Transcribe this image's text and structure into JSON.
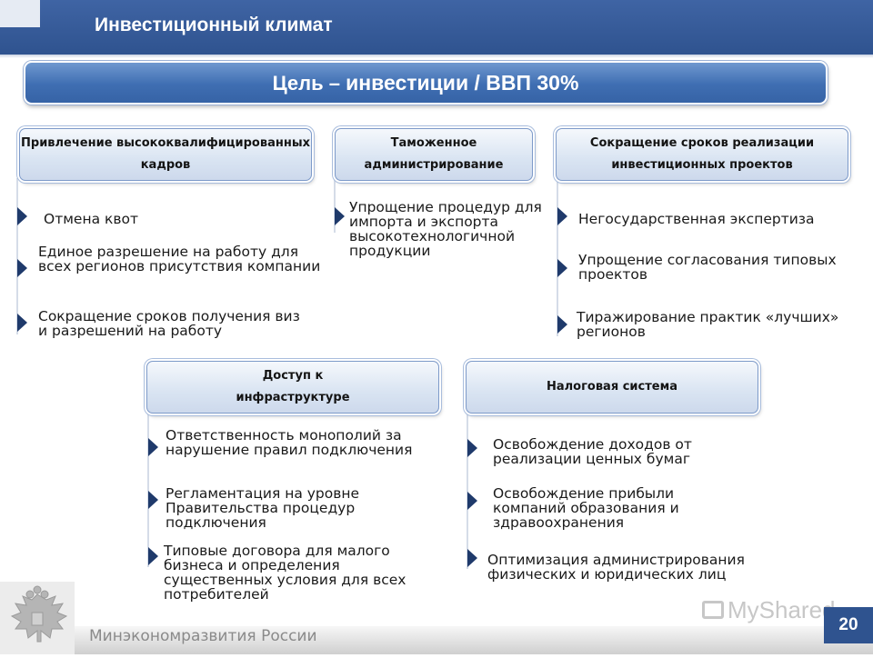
{
  "header": {
    "title": "Инвестиционный климат"
  },
  "goal": {
    "prefix": "Цель – ",
    "text": "инвестиции / ВВП 30%"
  },
  "categories": [
    {
      "title": "Привлечение высококвалифицированных кадров",
      "items": [
        "Отмена квот",
        "Единое разрешение на работу для всех регионов присутствия компании",
        "Сокращение сроков получения виз и разрешений на работу"
      ]
    },
    {
      "title": "Таможенное администрирование",
      "items": [
        "Упрощение процедур для импорта и экспорта высокотехнологичной продукции"
      ]
    },
    {
      "title": "Сокращение сроков реализации инвестиционных проектов",
      "items": [
        "Негосударственная экспертиза",
        "Упрощение согласования типовых проектов",
        "Тиражирование практик «лучших» регионов"
      ]
    },
    {
      "title": "Доступ к инфраструктуре",
      "items": [
        "Ответственность монополий за нарушение правил подключения",
        "Регламентация на уровне Правительства процедур подключения",
        "Типовые договора для малого бизнеса и определения существенных условия для всех потребителей"
      ]
    },
    {
      "title": "Налоговая система",
      "items": [
        "Освобождение доходов от реализации ценных бумаг",
        "Освобождение прибыли компаний образования и здравоохранения",
        "Оптимизация администрирования физических и юридических лиц"
      ]
    }
  ],
  "footer": {
    "ministry": "Минэкономразвития России",
    "page_number": "20",
    "watermark": "MyShared"
  },
  "icons": {
    "emblem": "russian-coat-of-arms-icon",
    "marker": "triangle-marker-icon"
  },
  "colors": {
    "header": "#2f538f",
    "marker": "#1f3a6b",
    "box_border": "#7d9ac9"
  }
}
